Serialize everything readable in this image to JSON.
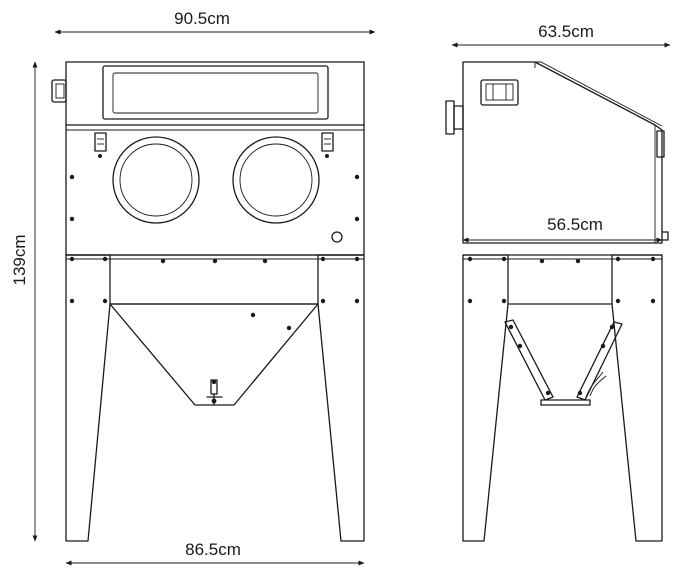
{
  "dimensions": {
    "front_width": "90.5cm",
    "side_depth": "63.5cm",
    "height": "139cm",
    "side_inner_depth": "56.5cm",
    "base_width": "86.5cm"
  }
}
